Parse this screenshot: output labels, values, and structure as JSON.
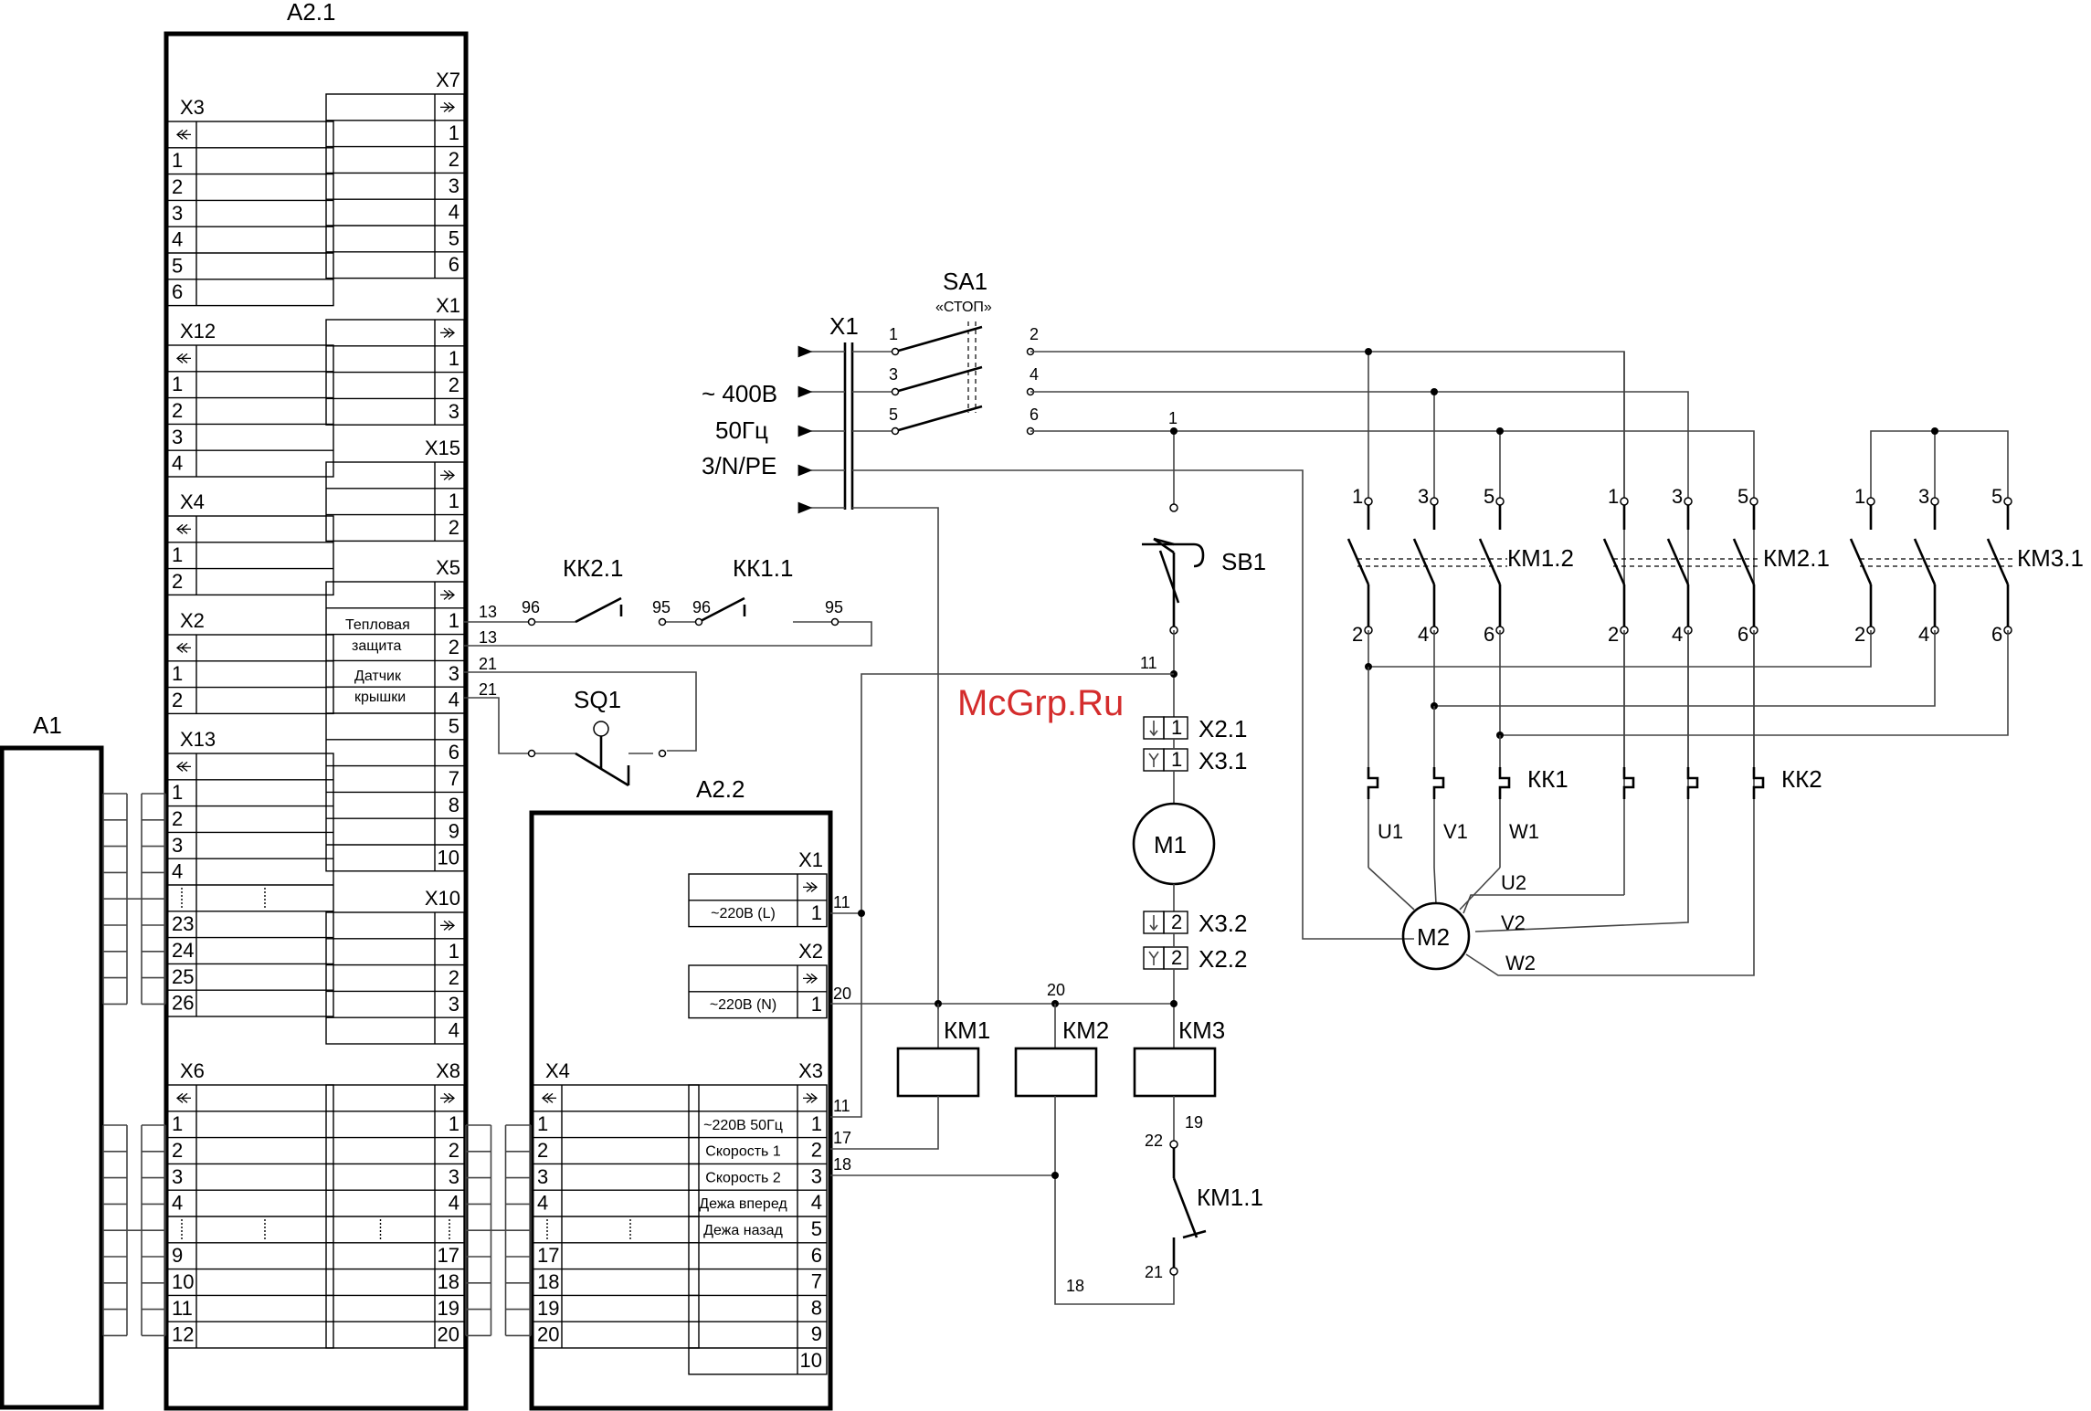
{
  "watermark": "McGrp.Ru",
  "blocks": {
    "a1": "А1",
    "a21": "А2.1",
    "a22": "А2.2"
  },
  "a21_left": [
    {
      "name": "X3",
      "rows": [
        "1",
        "2",
        "3",
        "4",
        "5",
        "6"
      ]
    },
    {
      "name": "X12",
      "rows": [
        "1",
        "2",
        "3",
        "4"
      ]
    },
    {
      "name": "X4",
      "rows": [
        "1",
        "2"
      ]
    },
    {
      "name": "X2",
      "rows": [
        "1",
        "2"
      ]
    },
    {
      "name": "X13",
      "rows": [
        "1",
        "2",
        "3",
        "4",
        "",
        "23",
        "24",
        "25",
        "26"
      ]
    },
    {
      "name": "X6",
      "rows": [
        "1",
        "2",
        "3",
        "4",
        "",
        "9",
        "10",
        "11",
        "12"
      ]
    }
  ],
  "a21_right": [
    {
      "name": "X7",
      "rows": [
        "1",
        "2",
        "3",
        "4",
        "5",
        "6"
      ]
    },
    {
      "name": "X1",
      "rows": [
        "1",
        "2",
        "3"
      ]
    },
    {
      "name": "X15",
      "rows": [
        "1",
        "2"
      ]
    },
    {
      "name": "X5",
      "rows": [
        "1",
        "2",
        "3",
        "4",
        "5",
        "6",
        "7",
        "8",
        "9",
        "10"
      ]
    },
    {
      "name": "X10",
      "rows": [
        "1",
        "2",
        "3",
        "4"
      ]
    },
    {
      "name": "X8",
      "rows": [
        "1",
        "2",
        "3",
        "4",
        "",
        "17",
        "18",
        "19",
        "20"
      ]
    }
  ],
  "x5_labels": {
    "thermal_1": "Тепловая",
    "thermal_2": "защита",
    "lid_1": "Датчик",
    "lid_2": "крышки"
  },
  "a22": {
    "x1": {
      "name": "X1",
      "row_label": "~220В (L)",
      "pin": "1"
    },
    "x2": {
      "name": "X2",
      "row_label": "~220В (N)",
      "pin": "1"
    },
    "x4": {
      "name": "X4",
      "rows": [
        "1",
        "2",
        "3",
        "4",
        "",
        "17",
        "18",
        "19",
        "20"
      ]
    },
    "x3": {
      "name": "X3",
      "rows": [
        {
          "label": "~220В 50Гц",
          "pin": "1"
        },
        {
          "label": "Скорость 1",
          "pin": "2"
        },
        {
          "label": "Скорость 2",
          "pin": "3"
        },
        {
          "label": "Дежа вперед",
          "pin": "4"
        },
        {
          "label": "Дежа назад",
          "pin": "5"
        },
        {
          "label": "",
          "pin": "6"
        },
        {
          "label": "",
          "pin": "7"
        },
        {
          "label": "",
          "pin": "8"
        },
        {
          "label": "",
          "pin": "9"
        },
        {
          "label": "",
          "pin": "10"
        }
      ]
    }
  },
  "supply": {
    "connector": "X1",
    "voltage": "~ 400В",
    "freq": "50Гц",
    "system": "3/N/PE"
  },
  "sa1": {
    "name": "SA1",
    "note": "«СТОП»",
    "pins": [
      "1",
      "2",
      "3",
      "4",
      "5",
      "6"
    ]
  },
  "devices": {
    "kk21": "КК2.1",
    "kk11": "КК1.1",
    "sq1": "SQ1",
    "sb1": "SB1",
    "m1": "М1",
    "m2": "М2",
    "km1": "КМ1",
    "km2": "КМ2",
    "km3": "КМ3",
    "km11_contact": "КМ1.1",
    "km12": "КМ1.2",
    "km21": "КМ2.1",
    "km31": "КМ3.1",
    "kk1": "КК1",
    "kk2": "КК2"
  },
  "connectors": {
    "x21": "X2.1",
    "x31": "X3.1",
    "x32": "X3.2",
    "x22": "X2.2",
    "x21_pin": "1",
    "x31_pin": "1",
    "x32_pin": "2",
    "x22_pin": "2"
  },
  "wire_numbers": {
    "w13a": "13",
    "w13b": "13",
    "w21a": "21",
    "w21b": "21",
    "w96a": "96",
    "w95a": "95",
    "w96b": "96",
    "w95b": "95",
    "w1": "1",
    "w11a": "11",
    "w11b": "11",
    "w11c": "11",
    "w20a": "20",
    "w20b": "20",
    "w17": "17",
    "w18a": "18",
    "w18b": "18",
    "w19": "19",
    "w22": "22",
    "w21c": "21"
  },
  "contact_pins": {
    "top": [
      "1",
      "3",
      "5"
    ],
    "bottom": [
      "2",
      "4",
      "6"
    ]
  },
  "motor_terms": {
    "u1": "U1",
    "v1": "V1",
    "w1": "W1",
    "u2": "U2",
    "v2": "V2",
    "w2": "W2"
  }
}
